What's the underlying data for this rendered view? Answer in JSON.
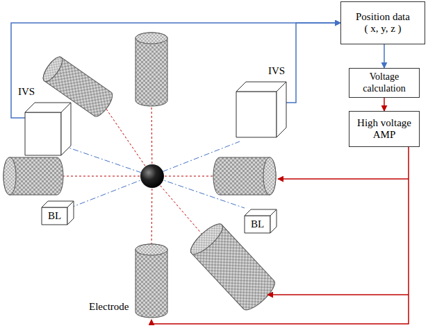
{
  "diagram": {
    "nodes": [
      {
        "text": [
          "Position data ( x, y, z )"
        ]
      },
      {
        "text": [
          "Voltage calculation"
        ]
      },
      {
        "text": [
          "High voltage AMP"
        ]
      },
      {
        "text": [
          "IVS"
        ]
      },
      {
        "text": [
          "IVS"
        ]
      },
      {
        "text": [
          "BL"
        ]
      },
      {
        "text": [
          "BL"
        ]
      }
    ],
    "edges": [
      {
        "from": 3,
        "to": 0,
        "arrow": "to"
      },
      {
        "from": 4,
        "to": 0,
        "arrow": "to"
      },
      {
        "from": 0,
        "to": 1,
        "arrow": "to"
      },
      {
        "from": 1,
        "to": 2,
        "arrow": "to"
      }
    ],
    "labels": [
      "Electrode"
    ]
  }
}
